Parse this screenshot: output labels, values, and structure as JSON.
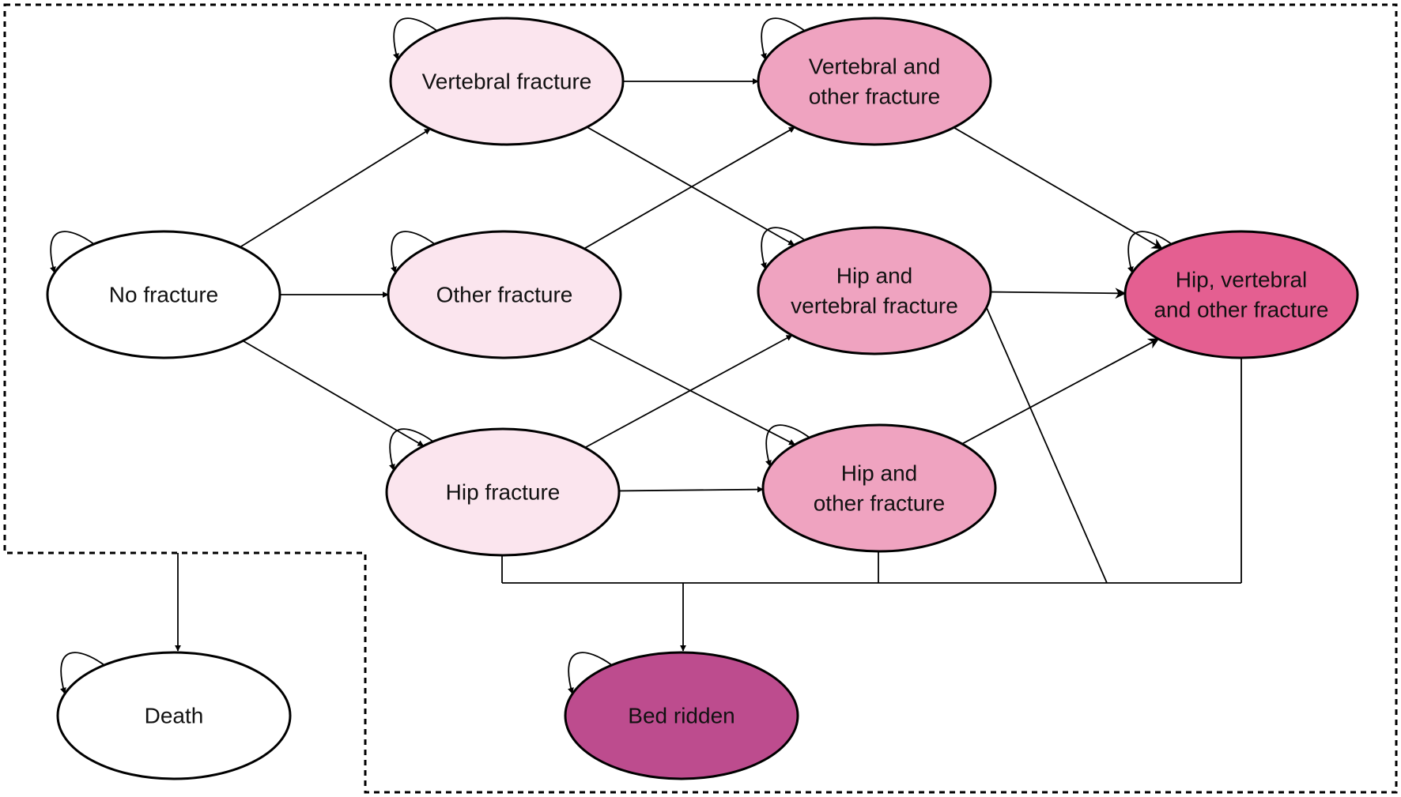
{
  "colors": {
    "none": "#ffffff",
    "single": "#fbe5ee",
    "double": "#efa3c0",
    "triple": "#e45f91",
    "bedridden": "#bd4c8e"
  },
  "nodes": [
    {
      "id": "no_fracture",
      "lines": [
        "No fracture"
      ],
      "color": "none"
    },
    {
      "id": "vertebral",
      "lines": [
        "Vertebral fracture"
      ],
      "color": "single"
    },
    {
      "id": "other",
      "lines": [
        "Other fracture"
      ],
      "color": "single"
    },
    {
      "id": "hip",
      "lines": [
        "Hip fracture"
      ],
      "color": "single"
    },
    {
      "id": "vert_other",
      "lines": [
        "Vertebral and",
        "other fracture"
      ],
      "color": "double"
    },
    {
      "id": "hip_vert",
      "lines": [
        "Hip and",
        "vertebral fracture"
      ],
      "color": "double"
    },
    {
      "id": "hip_other",
      "lines": [
        "Hip and",
        "other fracture"
      ],
      "color": "double"
    },
    {
      "id": "all_three",
      "lines": [
        "Hip, vertebral",
        "and other fracture"
      ],
      "color": "triple"
    },
    {
      "id": "bed_ridden",
      "lines": [
        "Bed ridden"
      ],
      "color": "bedridden"
    },
    {
      "id": "death",
      "lines": [
        "Death"
      ],
      "color": "none"
    }
  ],
  "edges": [
    [
      "no_fracture",
      "vertebral"
    ],
    [
      "no_fracture",
      "other"
    ],
    [
      "no_fracture",
      "hip"
    ],
    [
      "vertebral",
      "vert_other"
    ],
    [
      "vertebral",
      "hip_vert"
    ],
    [
      "other",
      "vert_other"
    ],
    [
      "other",
      "hip_other"
    ],
    [
      "hip",
      "hip_vert"
    ],
    [
      "hip",
      "hip_other"
    ],
    [
      "vert_other",
      "all_three"
    ],
    [
      "hip_vert",
      "all_three"
    ],
    [
      "hip_other",
      "all_three"
    ],
    [
      "hip",
      "bed_ridden"
    ],
    [
      "hip_vert",
      "bed_ridden"
    ],
    [
      "hip_other",
      "bed_ridden"
    ],
    [
      "all_three",
      "bed_ridden"
    ],
    [
      "alive_region",
      "death"
    ]
  ]
}
